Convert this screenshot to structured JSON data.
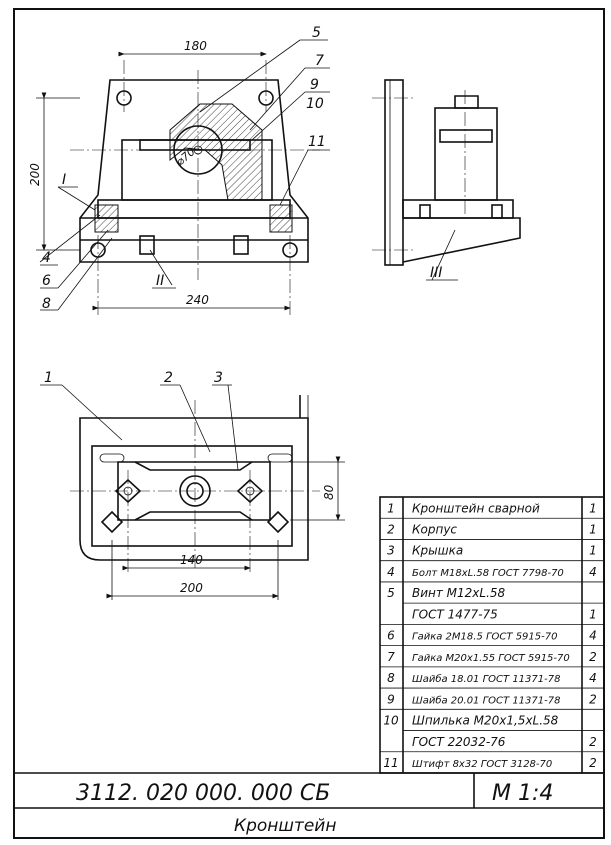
{
  "drawing": {
    "code": "3112. 020 000. 000 СБ",
    "scale": "М 1:4",
    "name": "Кронштейн"
  },
  "views": {
    "front": {
      "dims": {
        "width_top": "180",
        "height": "200",
        "width_base": "240",
        "bore": "⌀70"
      },
      "callouts": [
        "5",
        "7",
        "9",
        "10",
        "11",
        "I",
        "4",
        "6",
        "8",
        "II"
      ]
    },
    "side": {
      "callouts": [
        "III"
      ]
    },
    "plan": {
      "dims": {
        "inner": "140",
        "outer": "200",
        "depth": "80"
      },
      "callouts": [
        "1",
        "2",
        "3"
      ]
    }
  },
  "parts_list": {
    "rows": [
      {
        "pos": "1",
        "name": "Кронштейн сварной",
        "qty": "1"
      },
      {
        "pos": "2",
        "name": "Корпус",
        "qty": "1"
      },
      {
        "pos": "3",
        "name": "Крышка",
        "qty": "1"
      },
      {
        "pos": "4",
        "name": "Болт М18хL.58 ГОСТ 7798-70",
        "qty": "4"
      },
      {
        "pos": "5",
        "name": "Винт М12хL.58",
        "qty": ""
      },
      {
        "pos": "",
        "name": "ГОСТ 1477-75",
        "qty": "1"
      },
      {
        "pos": "6",
        "name": "Гайка 2М18.5 ГОСТ 5915-70",
        "qty": "4"
      },
      {
        "pos": "7",
        "name": "Гайка М20х1.55 ГОСТ 5915-70",
        "qty": "2"
      },
      {
        "pos": "8",
        "name": "Шайба 18.01 ГОСТ 11371-78",
        "qty": "4"
      },
      {
        "pos": "9",
        "name": "Шайба 20.01 ГОСТ 11371-78",
        "qty": "2"
      },
      {
        "pos": "10",
        "name": "Шпилька М20х1,5хL.58",
        "qty": ""
      },
      {
        "pos": "",
        "name": "ГОСТ 22032-76",
        "qty": "2"
      },
      {
        "pos": "11",
        "name": "Штифт 8х32 ГОСТ 3128-70",
        "qty": "2"
      }
    ]
  }
}
